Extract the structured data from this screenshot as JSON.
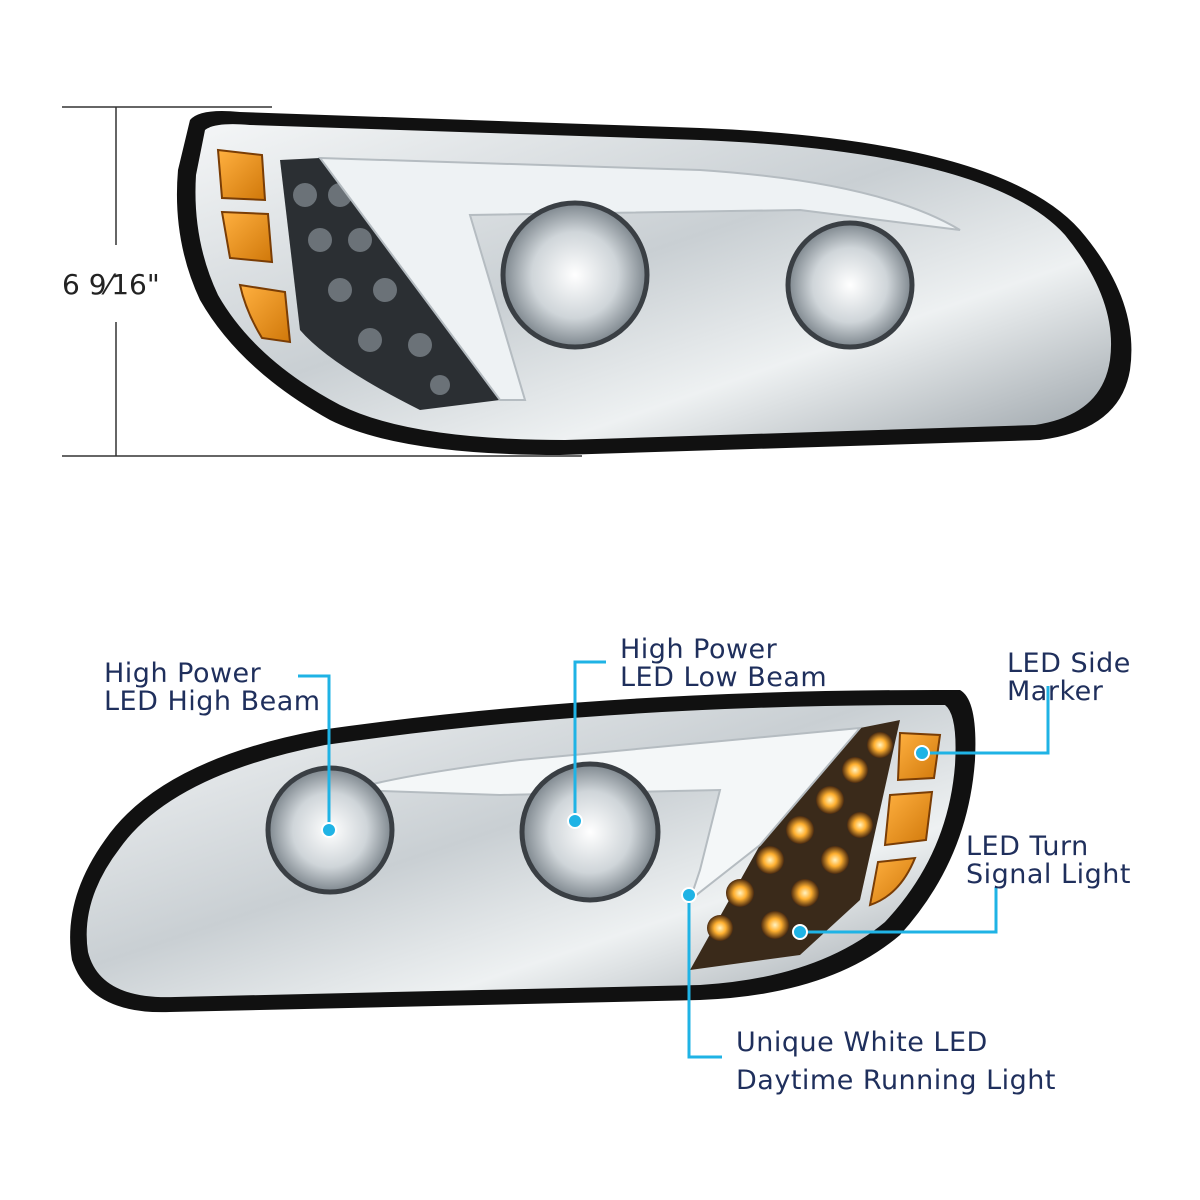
{
  "dimension": {
    "height_label": "6 9⁄16\""
  },
  "callouts": {
    "high_beam": [
      "High Power",
      "LED High Beam"
    ],
    "low_beam": [
      "High Power",
      "LED Low Beam"
    ],
    "side_marker": [
      "LED Side",
      "Marker"
    ],
    "turn_signal": [
      "LED Turn",
      "Signal Light"
    ],
    "drl": [
      "Unique White LED",
      "Daytime Running Light"
    ]
  },
  "colors": {
    "callout_line": "#1fb3e5",
    "label_text": "#1f2f5c",
    "amber": "#f0a020",
    "led_glow": "#ffc040",
    "housing": "#111111",
    "chrome": "#d8dde0"
  }
}
